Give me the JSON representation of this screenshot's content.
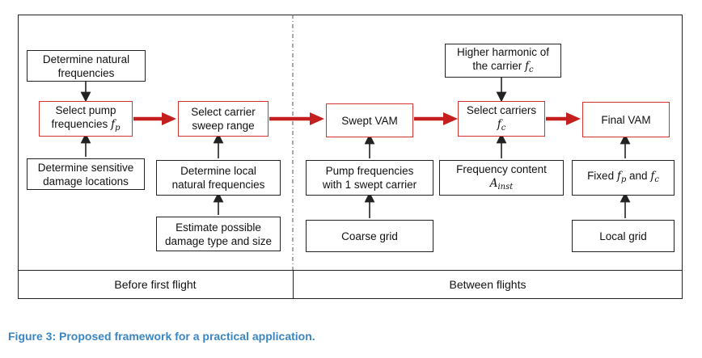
{
  "boxes": {
    "determine_natural": [
      "Determine natural",
      "frequencies"
    ],
    "select_pump": [
      "Select pump",
      "frequencies"
    ],
    "select_pump_sym": "f",
    "select_pump_sub": "p",
    "determine_sensitive": [
      "Determine sensitive",
      "damage locations"
    ],
    "select_carrier_sweep": [
      "Select carrier",
      "sweep range"
    ],
    "determine_local": [
      "Determine local",
      "natural frequencies"
    ],
    "estimate_damage": [
      "Estimate possible",
      "damage type and size"
    ],
    "swept_vam": "Swept VAM",
    "pump_swept": [
      "Pump frequencies",
      "with 1 swept carrier"
    ],
    "coarse_grid": "Coarse grid",
    "higher_harmonic": [
      "Higher harmonic of",
      "the carrier"
    ],
    "higher_harmonic_sym": "f",
    "higher_harmonic_sub": "c",
    "select_carriers": "Select carriers",
    "select_carriers_sym": "f",
    "select_carriers_sub": "c",
    "frequency_content": "Frequency content",
    "frequency_content_sym": "A",
    "frequency_content_sub": "inst",
    "final_vam": "Final VAM",
    "fixed_prefix": "Fixed",
    "fixed_sym1": "f",
    "fixed_sub1": "p",
    "fixed_and": "and",
    "fixed_sym2": "f",
    "fixed_sub2": "c",
    "local_grid": "Local grid"
  },
  "phases": {
    "before": "Before first flight",
    "between": "Between flights"
  },
  "caption": "Figure 3: Proposed framework for a practical application.",
  "colors": {
    "red_arrow": "#c41e1e",
    "box_red_border": "#d63232",
    "black": "#222222",
    "caption": "#3a86c4"
  }
}
